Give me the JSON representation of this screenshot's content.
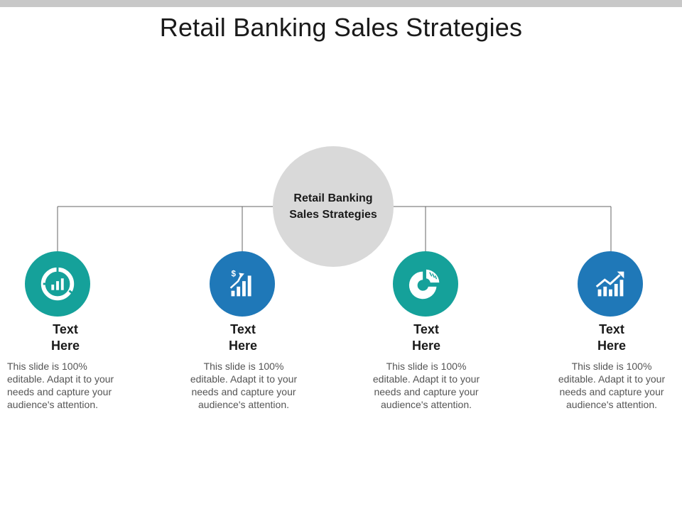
{
  "slide": {
    "title": "Retail Banking Sales Strategies",
    "hub_line1": "Retail Banking",
    "hub_line2": "Sales Strategies"
  },
  "colors": {
    "teal": "#15a19a",
    "blue": "#1f78b8",
    "hub": "#d9d9d9",
    "bar": "#c8c8c8"
  },
  "items": [
    {
      "icon": "donut-bar-chart-icon",
      "label_line1": "Text",
      "label_line2": "Here",
      "desc_line1": "This slide is 100%",
      "desc_line2": "editable. Adapt it to your",
      "desc_line3": "needs and capture your",
      "desc_line4": "audience's attention."
    },
    {
      "icon": "dollar-growth-chart-icon",
      "icon_text": "$",
      "label_line1": "Text",
      "label_line2": "Here",
      "desc_line1": "This slide is 100%",
      "desc_line2": "editable. Adapt it to your",
      "desc_line3": "needs and capture your",
      "desc_line4": "audience's attention."
    },
    {
      "icon": "pie-chart-icon",
      "label_line1": "Text",
      "label_line2": "Here",
      "desc_line1": "This slide is 100%",
      "desc_line2": "editable. Adapt it to your",
      "desc_line3": "needs and capture your",
      "desc_line4": "audience's attention."
    },
    {
      "icon": "trend-up-chart-icon",
      "label_line1": "Text",
      "label_line2": "Here",
      "desc_line1": "This slide is 100%",
      "desc_line2": "editable. Adapt it to your",
      "desc_line3": "needs and capture your",
      "desc_line4": "audience's attention."
    }
  ]
}
